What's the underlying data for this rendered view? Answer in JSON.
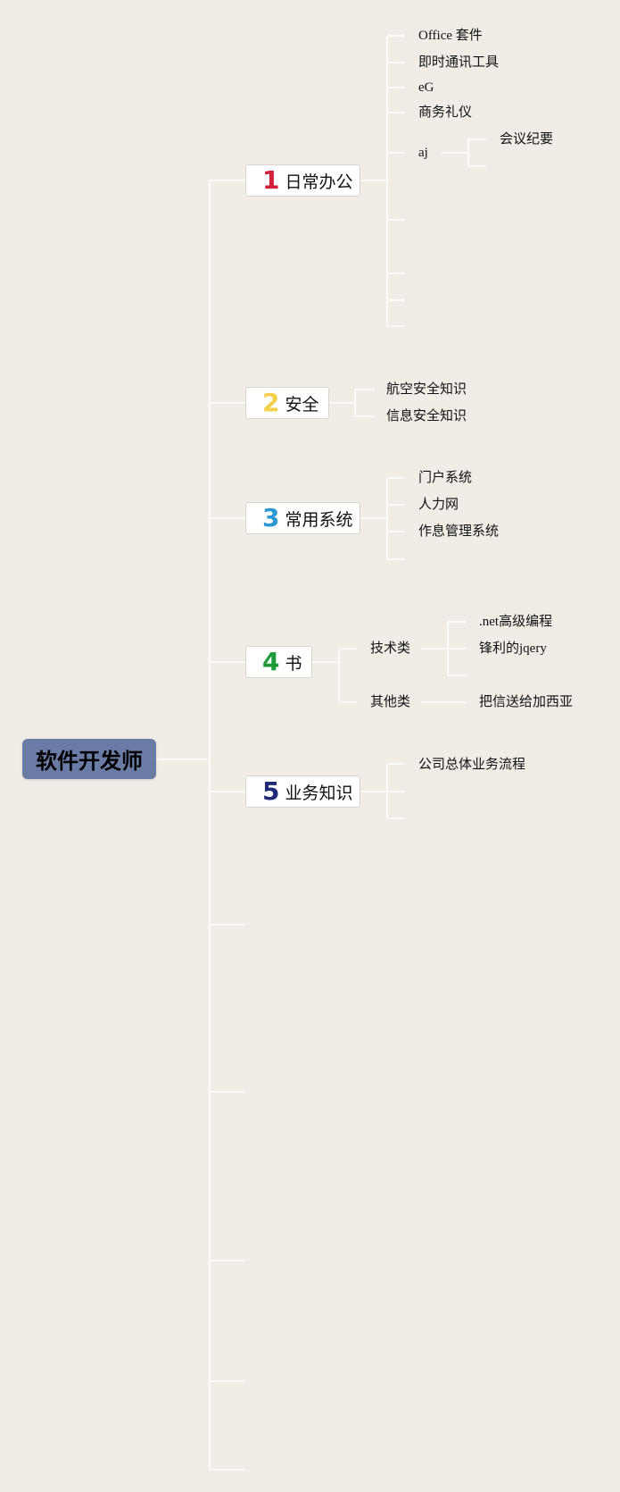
{
  "root": {
    "label": "软件开发师",
    "color": "#6a7ca6"
  },
  "branches": [
    {
      "number": "1",
      "label": "日常办公",
      "number_color": "#d21f3c",
      "children": [
        "Office 套件",
        "即时通讯工具",
        "eG",
        "商务礼仪",
        "aj"
      ],
      "aj_child": "会议纪要"
    },
    {
      "number": "2",
      "label": "安全",
      "number_color": "#f3cf4a",
      "children": [
        "航空安全知识",
        "信息安全知识"
      ]
    },
    {
      "number": "3",
      "label": "常用系统",
      "number_color": "#2b97d3",
      "children": [
        "门户系统",
        "人力网",
        "作息管理系统"
      ]
    },
    {
      "number": "4",
      "label": "书",
      "number_color": "#1f9a3a",
      "groups": [
        {
          "label": "技术类",
          "children": [
            ".net高级编程",
            "锋利的jqery"
          ]
        },
        {
          "label": "其他类",
          "children": [
            "把信送给加西亚"
          ]
        }
      ]
    },
    {
      "number": "5",
      "label": "业务知识",
      "number_color": "#1e2a78",
      "children": [
        "公司总体业务流程"
      ]
    }
  ],
  "colors": {
    "background": "#f1ece6",
    "connector": "#ffffff"
  }
}
